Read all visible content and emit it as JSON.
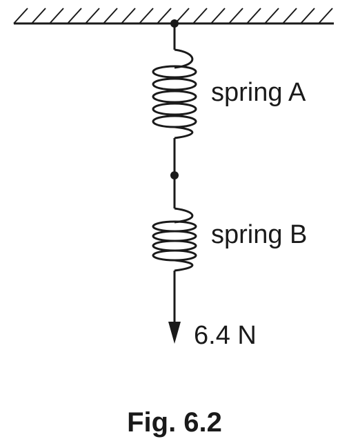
{
  "diagram": {
    "labels": {
      "spring_a": "spring A",
      "spring_b": "spring B",
      "force": "6.4 N"
    },
    "caption": "Fig. 6.2"
  },
  "colors": {
    "ink": "#1a1a1a",
    "background": "#ffffff"
  }
}
